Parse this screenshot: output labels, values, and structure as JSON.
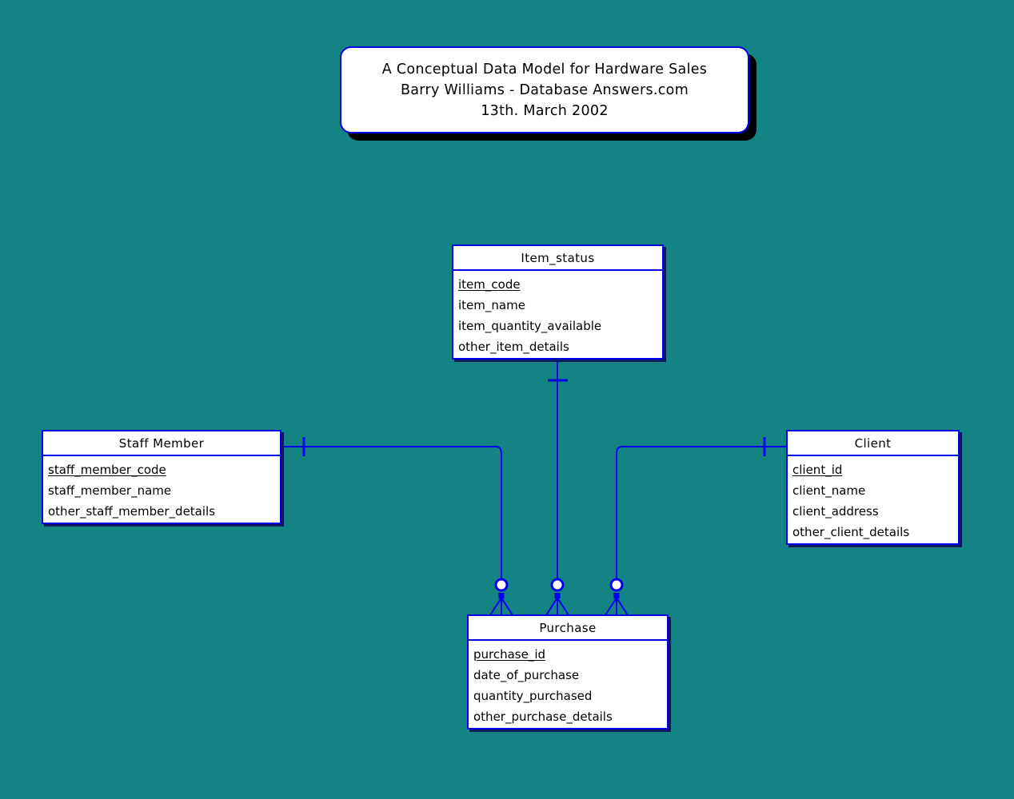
{
  "diagram": {
    "background_color": "#138383",
    "line_color": "#0000ee",
    "entity_fill": "#ffffff",
    "text_color": "#000000"
  },
  "title_card": {
    "line1": "A Conceptual Data Model for Hardware Sales",
    "line2": "Barry Williams - Database Answers.com",
    "line3": "13th. March 2002"
  },
  "entities": [
    {
      "id": "item_status",
      "name": "Item_status",
      "attributes": [
        {
          "name": "item_code",
          "primary_key": true
        },
        {
          "name": "item_name",
          "primary_key": false
        },
        {
          "name": "item_quantity_available",
          "primary_key": false
        },
        {
          "name": "other_item_details",
          "primary_key": false
        }
      ]
    },
    {
      "id": "staff_member",
      "name": "Staff Member",
      "attributes": [
        {
          "name": "staff_member_code",
          "primary_key": true
        },
        {
          "name": "staff_member_name",
          "primary_key": false
        },
        {
          "name": "other_staff_member_details",
          "primary_key": false
        }
      ]
    },
    {
      "id": "client",
      "name": "Client",
      "attributes": [
        {
          "name": "client_id",
          "primary_key": true
        },
        {
          "name": "client_name",
          "primary_key": false
        },
        {
          "name": "client_address",
          "primary_key": false
        },
        {
          "name": "other_client_details",
          "primary_key": false
        }
      ]
    },
    {
      "id": "purchase",
      "name": "Purchase",
      "attributes": [
        {
          "name": "purchase_id",
          "primary_key": true
        },
        {
          "name": "date_of_purchase",
          "primary_key": false
        },
        {
          "name": "quantity_purchased",
          "primary_key": false
        },
        {
          "name": "other_purchase_details",
          "primary_key": false
        }
      ]
    }
  ],
  "relationships": [
    {
      "id": "staff-member-to-purchase",
      "from": "staff_member",
      "to": "purchase",
      "from_cardinality": "one-mandatory",
      "to_cardinality": "zero-or-many"
    },
    {
      "id": "item-status-to-purchase",
      "from": "item_status",
      "to": "purchase",
      "from_cardinality": "one-mandatory",
      "to_cardinality": "zero-or-many"
    },
    {
      "id": "client-to-purchase",
      "from": "client",
      "to": "purchase",
      "from_cardinality": "one-mandatory",
      "to_cardinality": "zero-or-many"
    }
  ]
}
